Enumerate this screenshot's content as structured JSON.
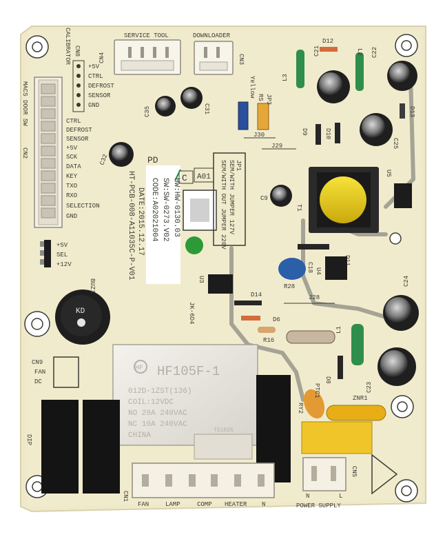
{
  "board": {
    "code": "CODE:A02021004",
    "sw": "SW:SW-0273.V02",
    "hw": "HW:HW-0130.03",
    "pcb_id": "HT-PCB-008-A11035C-P-V01",
    "date": "DATE:2015.12.17",
    "pd": "PD",
    "a01": "A01",
    "mark_c": "C"
  },
  "connectors": {
    "service_tool": "SERVICE TOOL",
    "downloader": "DOWNLOADER",
    "cn4": "CN4",
    "cn3": "CN3",
    "cn8": "CN8",
    "calibrator": "CALIBRATOR",
    "cn2": "CN2",
    "macs": "MACS DOOR SW",
    "cn9": "CN9",
    "fan": "FAN",
    "dc": "DC",
    "cn1": "CN1",
    "cn5": "CN5",
    "dip": "DIP",
    "power_supply": "POWER SUPPLY",
    "bottom_labels": [
      "FAN",
      "LAMP",
      "COMP",
      "HEATER",
      "N"
    ],
    "n": "N",
    "l": "L"
  },
  "cn8_pins": [
    "+5V",
    "CTRL",
    "DEFROST",
    "SENSOR",
    "GND"
  ],
  "cn2_pins": [
    "CTRL",
    "DEFROST",
    "SENSOR",
    "+5V",
    "SCK",
    "DATA",
    "KEY",
    "TXO",
    "RXO",
    "SELECTION",
    "GND"
  ],
  "jumper_pins": [
    "+5V",
    "SEL",
    "+12V"
  ],
  "jumper": {
    "jp1": "JP1",
    "jp3": "JP3",
    "rs": "RS",
    "yellow": "Yellow",
    "line1": "SEM/WITH JUMPER 127V",
    "line2": "SEM/WITH OUT JUMPER 220V"
  },
  "relay": {
    "brand": "HF105F-1",
    "model": "012D-1ZST(136)",
    "coil": "COIL:12VDC",
    "no": "NO 20A 240VAC",
    "nc": "NC 10A 240VAC",
    "country": "CHINA",
    "cert": "TS1025",
    "logo": "HF"
  },
  "buzzer": {
    "label": "BUZ1",
    "text": "KD"
  },
  "refs": {
    "c21": "C21",
    "c22": "C22",
    "c35": "C35",
    "c31": "C31",
    "c32": "C32",
    "c9": "C9",
    "c25": "C25",
    "c18": "C18",
    "c24": "C24",
    "c23": "C23",
    "d12": "D12",
    "d13": "D13",
    "d9": "D9",
    "d10": "D10",
    "d11": "D11",
    "d14": "D14",
    "d6": "D6",
    "d8": "D8",
    "l2": "L2",
    "l3": "L3",
    "l1": "L1",
    "j30": "J30",
    "j29": "J29",
    "j28": "J28",
    "r28": "R28",
    "r16": "R16",
    "u5": "U5",
    "u3": "U3",
    "u4": "U4",
    "t1": "T1",
    "ptc1": "PTC1",
    "znr1": "ZNR1",
    "ry2": "RY2",
    "jk": "JK-6D4"
  }
}
